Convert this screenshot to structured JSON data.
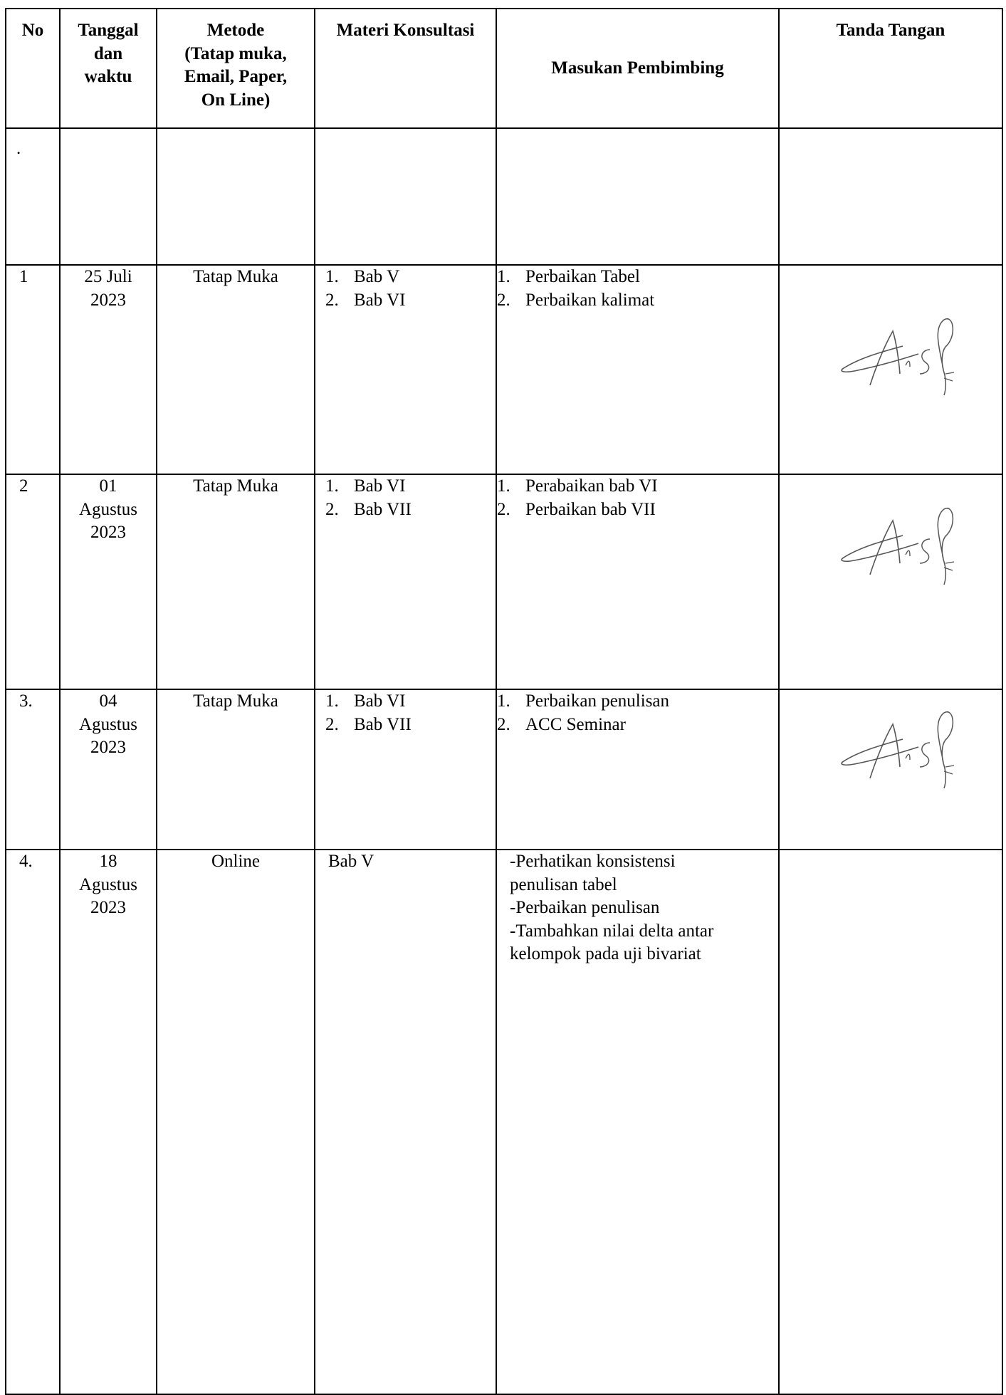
{
  "headers": {
    "no": "No",
    "tanggal": [
      "Tanggal",
      "dan",
      "waktu"
    ],
    "metode": [
      "Metode",
      "(Tatap muka,",
      "Email, Paper,",
      "On Line)"
    ],
    "materi": "Materi Konsultasi",
    "masukan": "Masukan Pembimbing",
    "tanda": "Tanda Tangan"
  },
  "blank_row_marker": ".",
  "rows": [
    {
      "no": "1",
      "date": [
        "25 Juli",
        "2023"
      ],
      "method": "Tatap Muka",
      "materi": [
        {
          "n": "1.",
          "t": "Bab V"
        },
        {
          "n": "2.",
          "t": "Bab VI"
        }
      ],
      "masukan": [
        {
          "n": "1.",
          "t": "Perbaikan Tabel"
        },
        {
          "n": "2.",
          "t": "Perbaikan kalimat"
        }
      ]
    },
    {
      "no": "2",
      "date": [
        "01",
        "Agustus",
        "2023"
      ],
      "method": "Tatap Muka",
      "materi": [
        {
          "n": "1.",
          "t": "Bab VI"
        },
        {
          "n": "2.",
          "t": "Bab VII"
        }
      ],
      "masukan": [
        {
          "n": "1.",
          "t": "Perabaikan bab VI"
        },
        {
          "n": "2.",
          "t": "Perbaikan bab VII"
        }
      ]
    },
    {
      "no": "3.",
      "date": [
        "04",
        "Agustus",
        "2023"
      ],
      "method": "Tatap Muka",
      "materi": [
        {
          "n": "1.",
          "t": "Bab VI"
        },
        {
          "n": "2.",
          "t": "Bab VII"
        }
      ],
      "masukan": [
        {
          "n": "1.",
          "t": "Perbaikan penulisan"
        },
        {
          "n": "2.",
          "t": "ACC Seminar"
        }
      ]
    },
    {
      "no": "4.",
      "date": [
        "18",
        "Agustus",
        "2023"
      ],
      "method": "Online",
      "materi_text": "Bab V",
      "masukan_lines": [
        "-Perhatikan konsistensi",
        "penulisan tabel",
        "-Perbaikan penulisan",
        "-Tambahkan nilai delta antar",
        "kelompok pada uji bivariat"
      ]
    }
  ]
}
